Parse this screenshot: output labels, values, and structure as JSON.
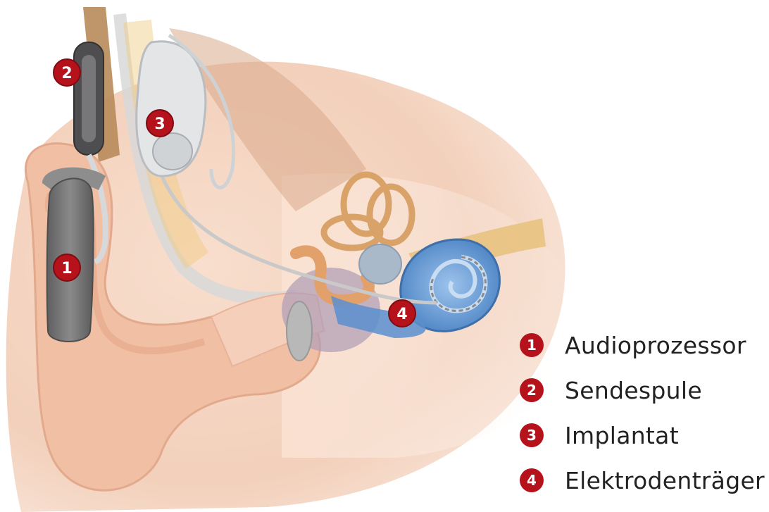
{
  "colors": {
    "badge": "#b5121b",
    "skin": "#f3c7ad",
    "cochlea": "#6e9fd6",
    "processor": "#6f6f70",
    "implant": "#d9dcde"
  },
  "callouts": [
    {
      "number": "1",
      "label": "Audioprozessor"
    },
    {
      "number": "2",
      "label": "Sendespule"
    },
    {
      "number": "3",
      "label": "Implantat"
    },
    {
      "number": "4",
      "label": "Elektrodenträger"
    }
  ]
}
